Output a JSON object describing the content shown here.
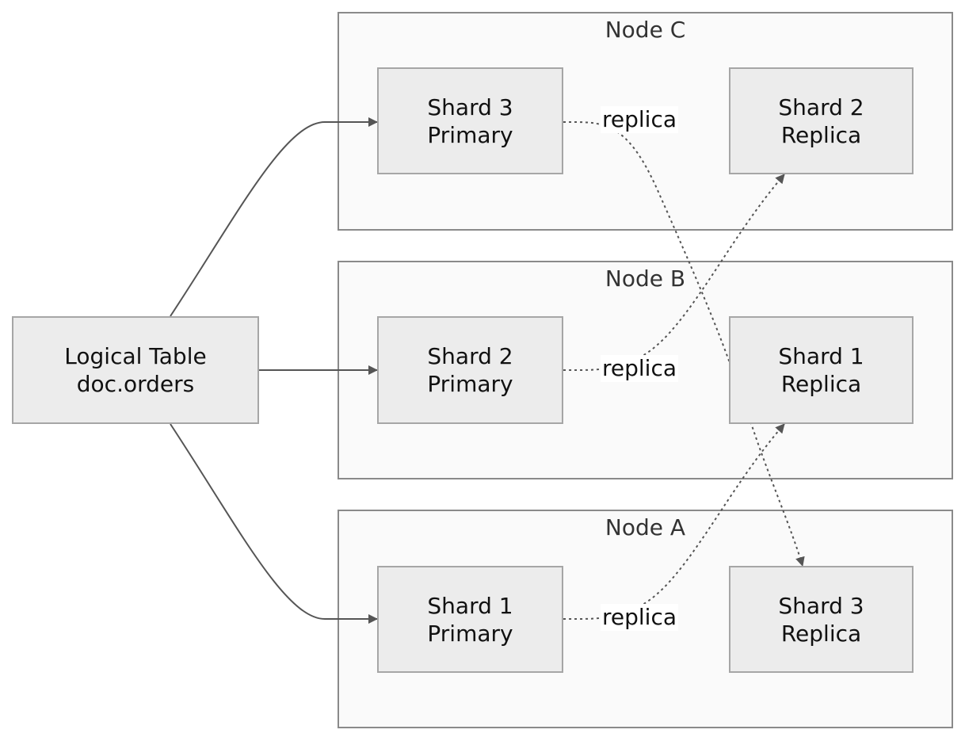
{
  "clusters": {
    "node_c": "Node C",
    "node_b": "Node B",
    "node_a": "Node A"
  },
  "nodes": {
    "logical_table": {
      "line1": "Logical Table",
      "line2": "doc.orders"
    },
    "shard3_primary": {
      "line1": "Shard 3",
      "line2": "Primary"
    },
    "shard2_replica": {
      "line1": "Shard 2",
      "line2": "Replica"
    },
    "shard2_primary": {
      "line1": "Shard 2",
      "line2": "Primary"
    },
    "shard1_replica": {
      "line1": "Shard 1",
      "line2": "Replica"
    },
    "shard1_primary": {
      "line1": "Shard 1",
      "line2": "Primary"
    },
    "shard3_replica": {
      "line1": "Shard 3",
      "line2": "Replica"
    }
  },
  "edge_labels": {
    "shard3_to_replica": "replica",
    "shard2_to_replica": "replica",
    "shard1_to_replica": "replica"
  },
  "colors": {
    "cluster_fill": "#fafafa",
    "cluster_border": "#8a8a8a",
    "node_fill": "#ececec",
    "node_border": "#a6a6a6",
    "edge": "#555555"
  }
}
